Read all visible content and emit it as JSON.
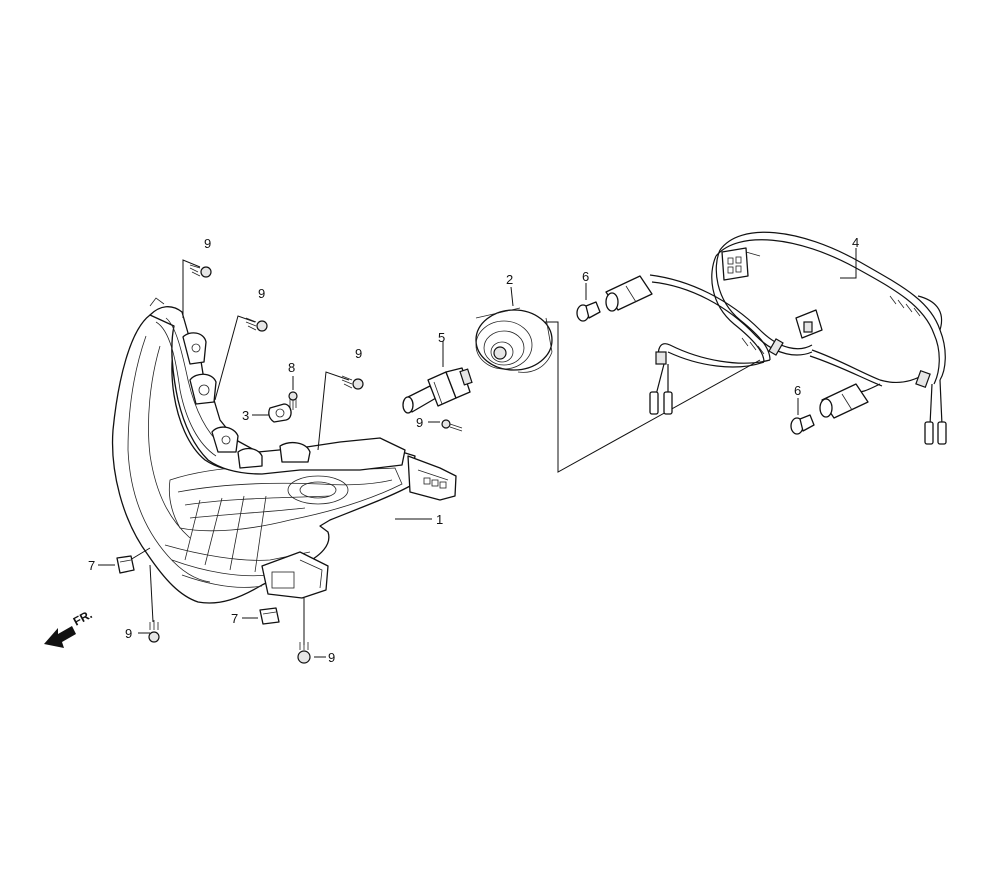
{
  "callouts": [
    {
      "id": "c1",
      "label": "1"
    },
    {
      "id": "c2",
      "label": "2"
    },
    {
      "id": "c3",
      "label": "3"
    },
    {
      "id": "c4",
      "label": "4"
    },
    {
      "id": "c5",
      "label": "5"
    },
    {
      "id": "c6a",
      "label": "6"
    },
    {
      "id": "c6b",
      "label": "6"
    },
    {
      "id": "c7a",
      "label": "7"
    },
    {
      "id": "c7b",
      "label": "7"
    },
    {
      "id": "c8",
      "label": "8"
    },
    {
      "id": "c9a",
      "label": "9"
    },
    {
      "id": "c9b",
      "label": "9"
    },
    {
      "id": "c9c",
      "label": "9"
    },
    {
      "id": "c9d",
      "label": "9"
    },
    {
      "id": "c9e",
      "label": "9"
    },
    {
      "id": "c9f",
      "label": "9"
    }
  ],
  "front_arrow": {
    "label": "FR."
  }
}
